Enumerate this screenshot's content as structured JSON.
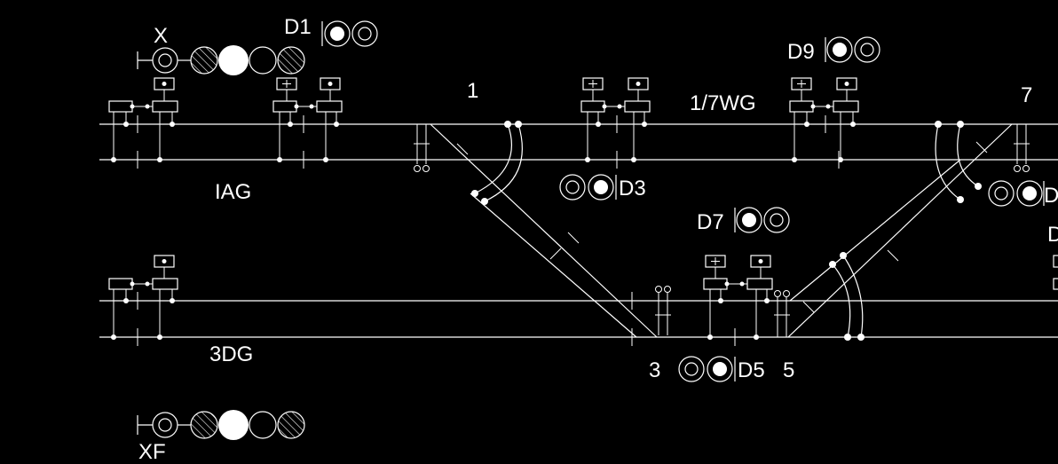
{
  "labels": {
    "x": "X",
    "xf": "XF",
    "d1": "D1",
    "d9": "D9",
    "d3": "D3",
    "d7": "D7",
    "d5": "D5",
    "d_right_a": "D",
    "d_right_b": "D",
    "switch_1": "1",
    "switch_3": "3",
    "switch_5": "5",
    "switch_7": "7",
    "section_iag": "IAG",
    "section_17wg": "1/7WG",
    "section_3dg": "3DG"
  },
  "colors": {
    "background": "#000000",
    "line": "#ffffff"
  },
  "icons": {
    "signal": "signal-lamp-icon",
    "track_circuit_box": "track-circuit-box-icon"
  }
}
